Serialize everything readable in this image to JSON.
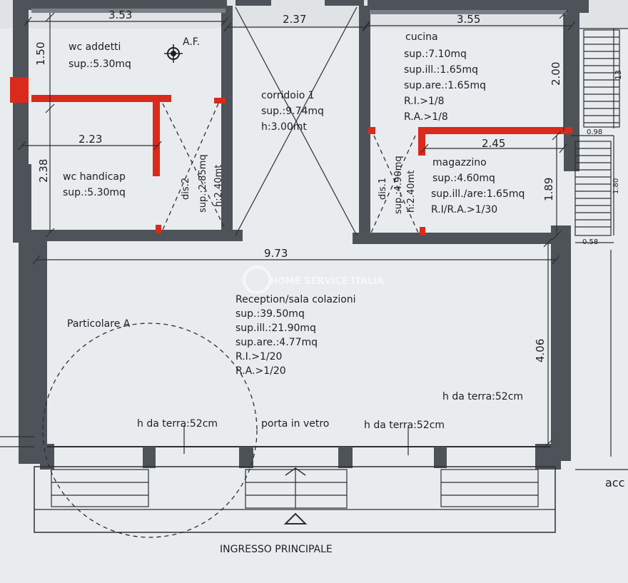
{
  "rooms": {
    "wc_addetti": {
      "name": "wc addetti",
      "sup": "sup.:5.30mq"
    },
    "wc_handicap": {
      "name": "wc handicap",
      "sup": "sup.:5.30mq"
    },
    "corridoio": {
      "name": "corridoio 1",
      "sup": "sup.:9.74mq",
      "h": "h:3.00mt"
    },
    "cucina": {
      "name": "cucina",
      "sup": "sup.:7.10mq",
      "sup_ill": "sup.ill.:1.65mq",
      "sup_are": "sup.are.:1.65mq",
      "ri": "R.I.>1/8",
      "ra": "R.A.>1/8"
    },
    "magazzino": {
      "name": "magazzino",
      "sup": "sup.:4.60mq",
      "sup_ill": "sup.ill./are:1.65mq",
      "ri_ra": "R.I/R.A.>1/30"
    },
    "dis2": {
      "name": "dis.2",
      "sup": "sup.:2.85mq",
      "h": "h:2.40mt"
    },
    "dis1": {
      "name": "dis.1",
      "sup": "sup.:4.90mq",
      "h": "h:2.40mt"
    },
    "reception": {
      "name": "Reception/sala colazioni",
      "sup": "sup.:39.50mq",
      "sup_ill": "sup.ill.:21.90mq",
      "sup_are": "sup.are.:4.77mq",
      "ri": "R.I.>1/20",
      "ra": "R.A.>1/20"
    }
  },
  "dimensions": {
    "top_left": "3.53",
    "top_mid": "2.37",
    "top_right": "3.55",
    "wc_inner": "2.23",
    "magazzino_width": "2.45",
    "reception_width": "9.73",
    "left_upper": "1.50",
    "left_lower": "2.38",
    "cucina_height": "2.00",
    "magazzino_height": "1.89",
    "reception_height": "4.06",
    "stair_a": "0.98",
    "stair_b": "1.80",
    "stair_c": "0.58",
    "partial_13": "13",
    "partial_acc": "acc"
  },
  "annotations": {
    "af": "A.F.",
    "particolare": "Particolare A",
    "h_terra_left": "h da terra:52cm",
    "h_terra_right": "h da terra:52cm",
    "h_terra_upper": "h da terra:52cm",
    "porta": "porta in vetro",
    "ingresso": "INGRESSO PRINCIPALE"
  },
  "watermark": "HOME SERVICE ITALIA",
  "colors": {
    "wall": "#4d5359",
    "red_wall": "#d92a1c",
    "paper": "#e9ecef"
  }
}
